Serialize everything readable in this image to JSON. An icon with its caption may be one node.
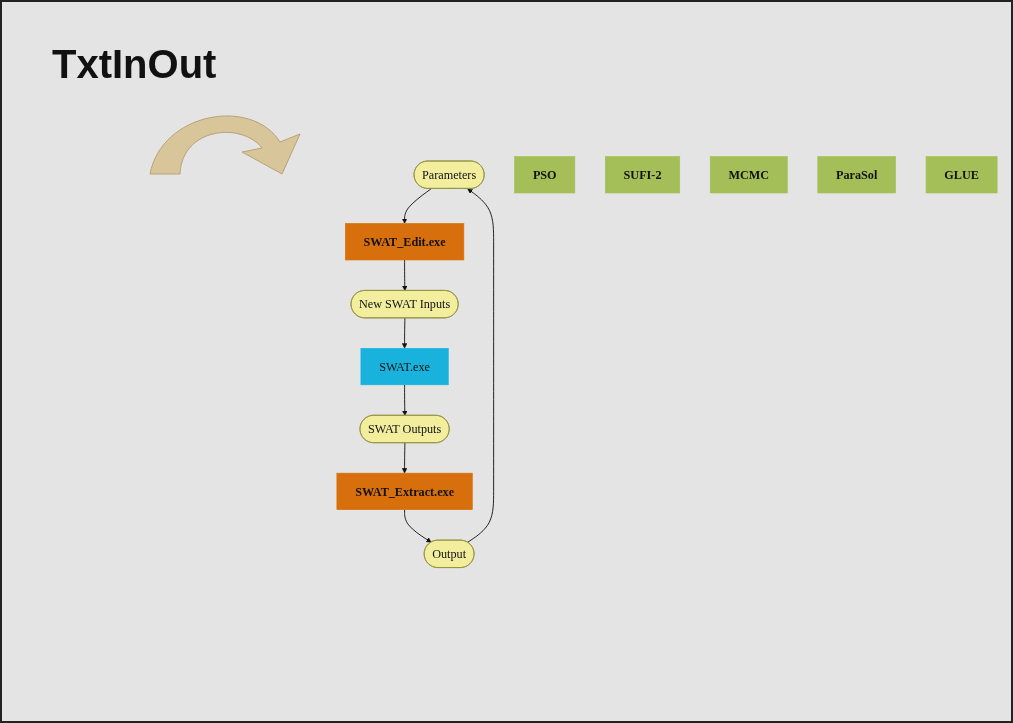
{
  "diagram": {
    "title": "TxtInOut",
    "nodes": [
      {
        "text": [
          "Parameters"
        ]
      },
      {
        "text": [
          "SWAT_Edit.exe"
        ]
      },
      {
        "text": [
          "New SWAT Inputs"
        ]
      },
      {
        "text": [
          "SWAT.exe"
        ]
      },
      {
        "text": [
          "SWAT Outputs"
        ]
      },
      {
        "text": [
          "SWAT_Extract.exe"
        ]
      },
      {
        "text": [
          "Output"
        ]
      },
      {
        "text": [
          "PSO"
        ]
      },
      {
        "text": [
          "SUFI-2"
        ]
      },
      {
        "text": [
          "MCMC"
        ]
      },
      {
        "text": [
          "ParaSol"
        ]
      },
      {
        "text": [
          "GLUE"
        ]
      }
    ],
    "edges": [
      {
        "from": 0,
        "to": 1,
        "arrow": "to"
      },
      {
        "from": 1,
        "to": 2,
        "arrow": "to"
      },
      {
        "from": 2,
        "to": 3,
        "arrow": "to"
      },
      {
        "from": 3,
        "to": 4,
        "arrow": "to"
      },
      {
        "from": 4,
        "to": 5,
        "arrow": "to"
      },
      {
        "from": 5,
        "to": 6,
        "arrow": "to"
      },
      {
        "from": 6,
        "to": 0,
        "arrow": "to"
      }
    ]
  }
}
